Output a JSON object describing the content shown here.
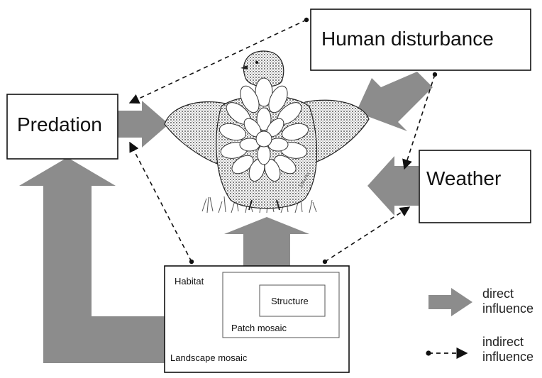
{
  "nodes": {
    "human_disturbance": "Human disturbance",
    "predation": "Predation",
    "weather": "Weather"
  },
  "habitat": {
    "habitat_label": "Habitat",
    "structure_label": "Structure",
    "patch_mosaic_label": "Patch mosaic",
    "landscape_mosaic_label": "Landscape mosaic"
  },
  "legend": {
    "direct_line1": "direct",
    "direct_line2": "influence",
    "indirect_line1": "indirect",
    "indirect_line2": "influence"
  },
  "illustration": {
    "subject": "grouse-icon",
    "signature": "J.Marks"
  },
  "colors": {
    "arrow_fill": "#8c8c8c",
    "box_stroke": "#111111",
    "dashed_stroke": "#111111"
  }
}
